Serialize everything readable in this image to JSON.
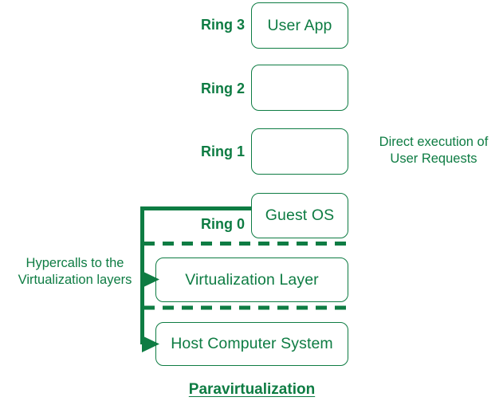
{
  "diagram": {
    "title": "Paravirtualization",
    "accent_color": "#0e7c43",
    "background_color": "#ffffff",
    "rings": [
      {
        "label": "Ring 3",
        "box_text": "User App"
      },
      {
        "label": "Ring 2",
        "box_text": ""
      },
      {
        "label": "Ring 1",
        "box_text": ""
      },
      {
        "label": "Ring 0",
        "box_text": "Guest OS"
      }
    ],
    "layers": [
      {
        "box_text": "Virtualization Layer"
      },
      {
        "box_text": "Host Computer System"
      }
    ],
    "annotations": {
      "left_note_line1": "Hypercalls to the",
      "left_note_line2": "Virtualization layers",
      "right_note_line1": "Direct execution of",
      "right_note_line2": "User Requests"
    }
  }
}
